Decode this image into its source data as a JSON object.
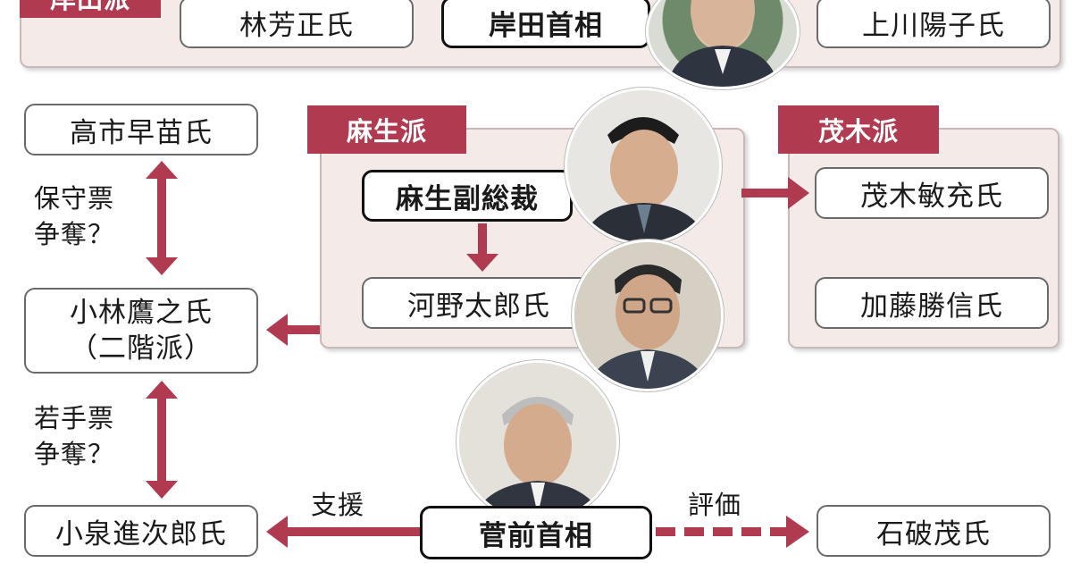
{
  "kishida_faction": {
    "tag": "岸田派",
    "members": [
      "林芳正氏",
      "岸田首相",
      "上川陽子氏"
    ]
  },
  "aso_faction": {
    "tag": "麻生派",
    "leader": "麻生副総裁",
    "member": "河野太郎氏"
  },
  "motegi_faction": {
    "tag": "茂木派",
    "members": [
      "茂木敏充氏",
      "加藤勝信氏"
    ]
  },
  "left_column": {
    "takaichi": "高市早苗氏",
    "kobayashi_name": "小林鷹之氏",
    "kobayashi_faction": "（二階派）",
    "koizumi": "小泉進次郎氏",
    "note_conservative": [
      "保守票",
      "争奪？"
    ],
    "note_young": [
      "若手票",
      "争奪？"
    ]
  },
  "suga": {
    "label": "菅前首相",
    "support_label": "支援",
    "evaluation_label": "評価",
    "ishiba": "石破茂氏"
  },
  "colors": {
    "accent": "#b03a50",
    "panel_bg": "#f4ebe9"
  }
}
